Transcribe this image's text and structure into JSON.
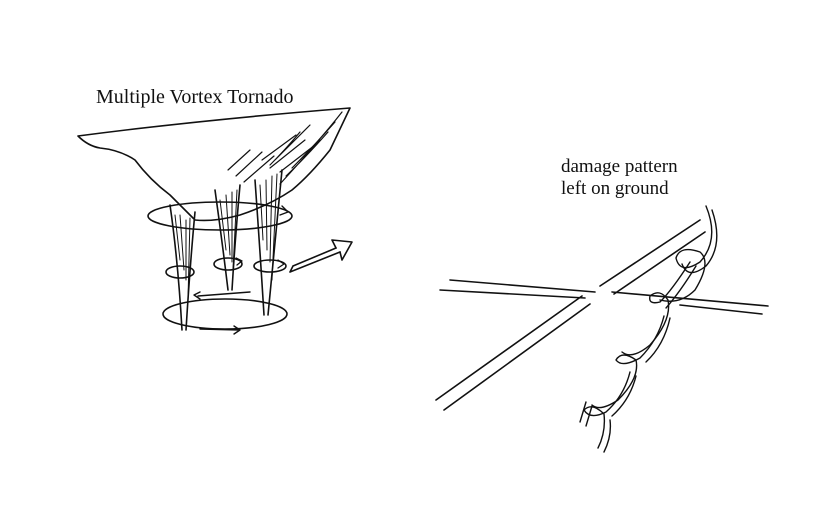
{
  "tornado": {
    "title": "Multiple Vortex Tornado"
  },
  "damage": {
    "line1": "damage pattern",
    "line2": "left on ground"
  },
  "colors": {
    "ink": "#111111",
    "paper": "#ffffff"
  },
  "icons": [
    "tornado-funnel-drawing",
    "motion-arrow-icon",
    "road-intersection",
    "cycloidal-damage-marks"
  ]
}
